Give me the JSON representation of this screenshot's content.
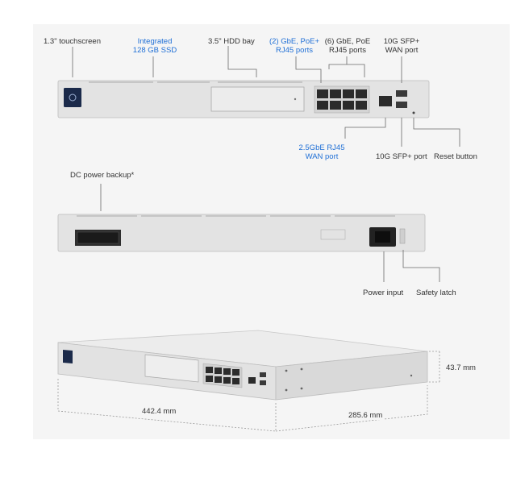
{
  "front_labels": {
    "touchscreen": "1.3\" touchscreen",
    "ssd": [
      "Integrated",
      "128 GB SSD"
    ],
    "hdd_bay": "3.5\" HDD bay",
    "poe_ports": [
      "(2) GbE, PoE+",
      "RJ45 ports"
    ],
    "gbe_ports": [
      "(6) GbE, PoE",
      "RJ45 ports"
    ],
    "sfp_wan": [
      "10G SFP+",
      "WAN port"
    ],
    "wan_25": [
      "2.5GbE RJ45",
      "WAN port"
    ],
    "sfp_port": "10G SFP+ port",
    "reset": "Reset button"
  },
  "rear_labels": {
    "dc_power": "DC power backup*",
    "power_input": "Power input",
    "safety_latch": "Safety latch"
  },
  "dimensions": {
    "width": "442.4 mm",
    "depth": "285.6 mm",
    "height": "43.7 mm"
  },
  "colors": {
    "accent_blue": "#1f6fd6",
    "chassis": "#e4e4e4",
    "screen": "#1b2a4a"
  }
}
